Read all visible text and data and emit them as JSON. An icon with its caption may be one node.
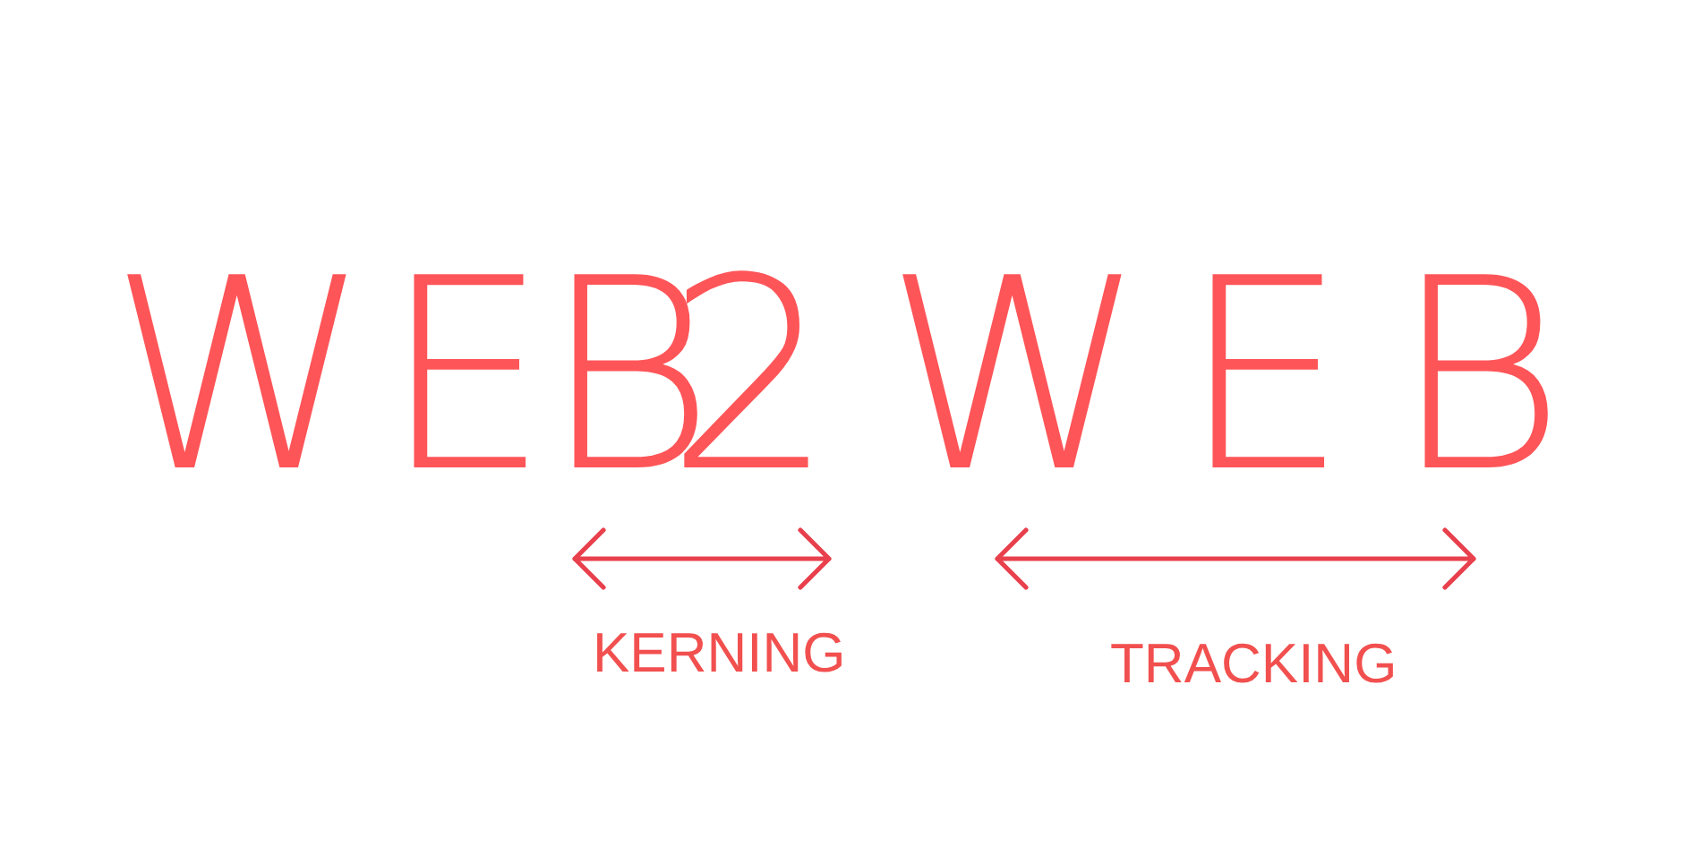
{
  "diagram": {
    "labels": [
      "WEB2",
      "WEB",
      "KERNING",
      "TRACKING"
    ]
  }
}
